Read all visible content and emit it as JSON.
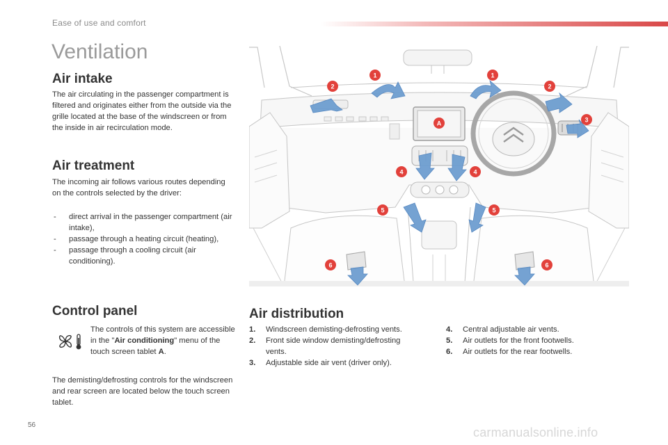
{
  "header": {
    "section": "Ease of use and comfort"
  },
  "page_title": "Ventilation",
  "air_intake": {
    "heading": "Air intake",
    "text": "The air circulating in the passenger compartment is filtered and originates either from the outside via the grille located at the base of the windscreen or from the inside in air recirculation mode."
  },
  "air_treatment": {
    "heading": "Air treatment",
    "intro": "The incoming air follows various routes depending on the controls selected by the driver:",
    "items": [
      "direct arrival in the passenger compartment (air intake),",
      "passage through a heating circuit (heating),",
      "passage through a cooling circuit (air conditioning)."
    ]
  },
  "control_panel": {
    "heading": "Control panel",
    "text_before": "The controls of this system are accessible in the \"",
    "menu_name": "Air conditioning",
    "text_after": "\" menu of the touch screen tablet ",
    "tablet_ref": "A",
    "text_end": ".",
    "demist_text": "The demisting/defrosting controls for the windscreen and rear screen are located below the touch screen tablet.",
    "icon": "ventilation-fan-temperature-icon"
  },
  "air_distribution": {
    "heading": "Air distribution",
    "items_left": [
      {
        "num": "1.",
        "text": "Windscreen demisting-defrosting vents."
      },
      {
        "num": "2.",
        "text": "Front side window demisting/defrosting vents."
      },
      {
        "num": "3.",
        "text": "Adjustable side air vent (driver only)."
      }
    ],
    "items_right": [
      {
        "num": "4.",
        "text": "Central adjustable air vents."
      },
      {
        "num": "5.",
        "text": "Air outlets for the front footwells."
      },
      {
        "num": "6.",
        "text": "Air outlets for the rear footwells."
      }
    ]
  },
  "illustration": {
    "markers": [
      "1",
      "1",
      "2",
      "2",
      "3",
      "4",
      "4",
      "5",
      "5",
      "6",
      "6",
      "A"
    ],
    "marker_color": "#e2413b",
    "arrow_color": "#6e9ed0"
  },
  "page_number": "56",
  "watermark": "carmanualsonline.info"
}
